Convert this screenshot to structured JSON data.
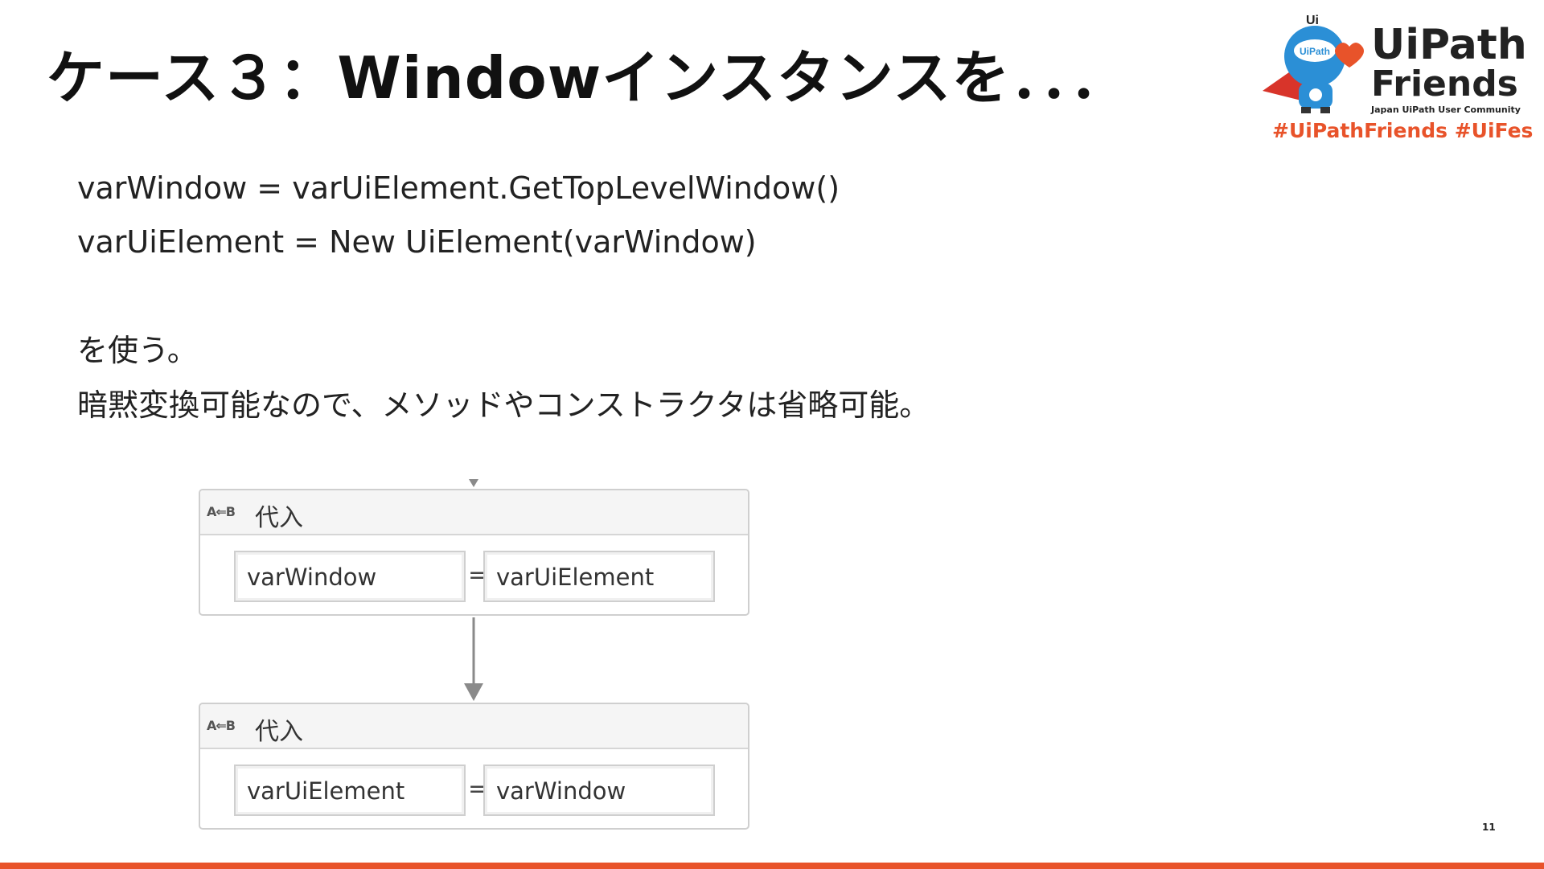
{
  "slide": {
    "title": "ケース３：Windowインスタンスを．．．",
    "lines": [
      "varWindow = varUiElement.GetTopLevelWindow()",
      "varUiElement = New UiElement(varWindow)",
      "を使う。",
      "暗黙変換可能なので、メソッドやコンストラクタは省略可能。"
    ],
    "page_number": "11"
  },
  "logo": {
    "badge": "UiPath",
    "mascot_mark": "Ui",
    "name_line1": "UiPath",
    "name_line2": "Friends",
    "subtitle": "Japan UiPath User Community",
    "hashtags": "#UiPathFriends  #UiFes"
  },
  "activities": [
    {
      "icon": "A⇐B",
      "title": "代入",
      "left": "varWindow",
      "equals": "=",
      "right": "varUiElement"
    },
    {
      "icon": "A⇐B",
      "title": "代入",
      "left": "varUiElement",
      "equals": "=",
      "right": "varWindow"
    }
  ],
  "colors": {
    "accent": "#e8532a",
    "mascot_blue": "#2b8fd6"
  }
}
